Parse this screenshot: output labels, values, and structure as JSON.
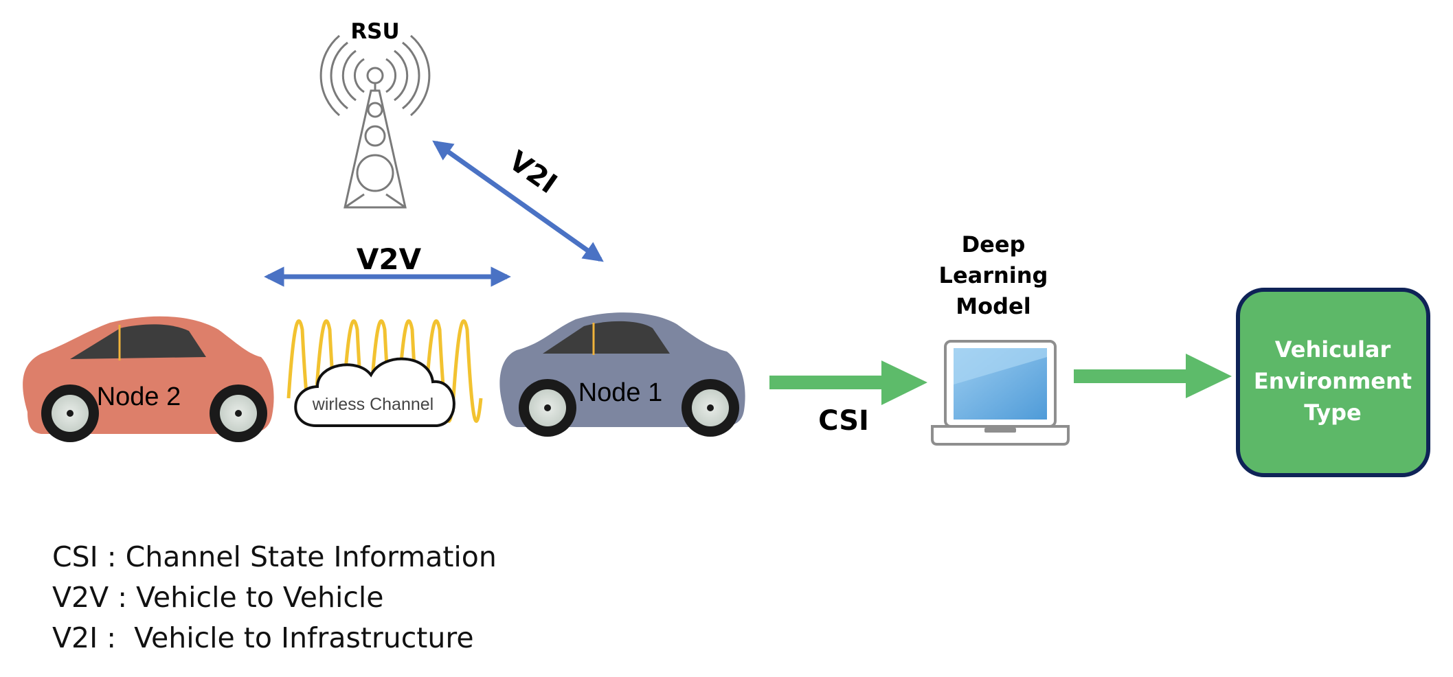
{
  "labels": {
    "rsu": "RSU",
    "v2i": "V2I",
    "v2v": "V2V",
    "node2": "Node 2",
    "node1": "Node 1",
    "channel": "wirless Channel",
    "csi": "CSI",
    "model_line1": "Deep",
    "model_line2": "Learning",
    "model_line3": "Model",
    "output_line1": "Vehicular",
    "output_line2": "Environment",
    "output_line3": "Type"
  },
  "legend": [
    "CSI : Channel State Information",
    "V2V : Vehicle to Vehicle",
    "V2I :  Vehicle to Infrastructure"
  ],
  "colors": {
    "link_arrow": "#4A72C4",
    "flow_arrow": "#5DBB6A",
    "wave": "#F2C230",
    "node2_body": "#DD7F6A",
    "node1_body": "#7D86A0",
    "output_fill": "#5DB868",
    "output_border": "#0F2357",
    "screen": "#5AA6DE"
  },
  "icons": [
    "rsu-tower-icon",
    "car-icon",
    "cloud-icon",
    "laptop-icon"
  ]
}
